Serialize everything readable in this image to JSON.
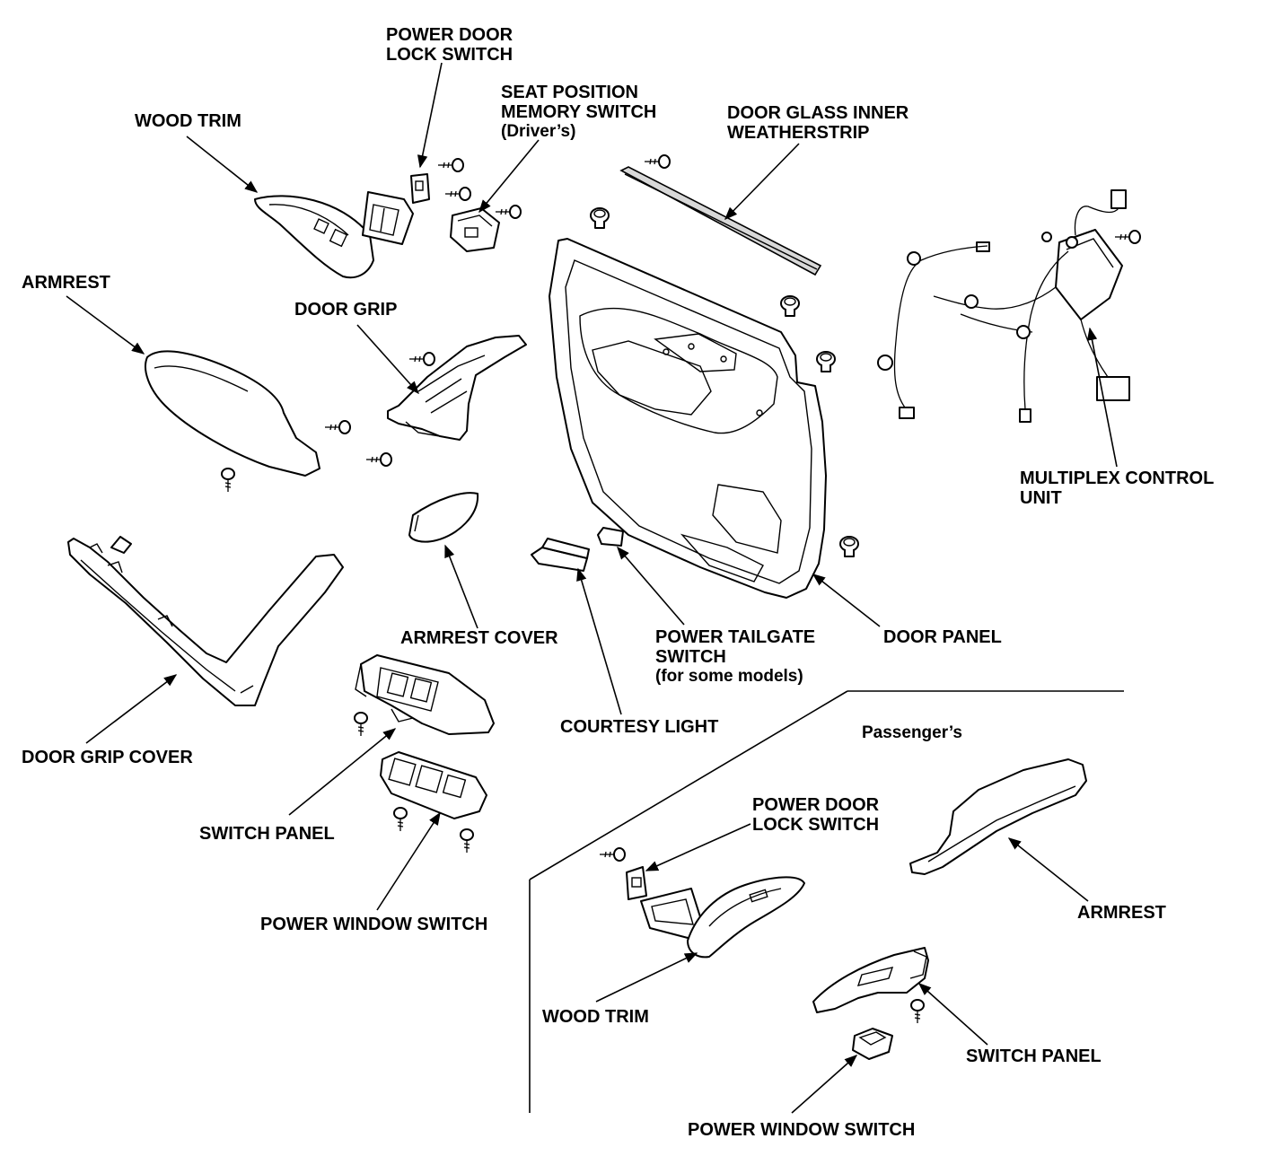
{
  "labels": {
    "power_door_lock_switch_drv": [
      "POWER DOOR",
      "LOCK SWITCH"
    ],
    "seat_position_memory_switch": [
      "SEAT POSITION",
      "MEMORY SWITCH",
      "(Driver’s)"
    ],
    "door_glass_inner_weatherstrip": [
      "DOOR GLASS INNER",
      "WEATHERSTRIP"
    ],
    "wood_trim_drv": "WOOD TRIM",
    "armrest_drv": "ARMREST",
    "door_grip": "DOOR GRIP",
    "multiplex_control_unit": [
      "MULTIPLEX CONTROL",
      "UNIT"
    ],
    "armrest_cover": "ARMREST COVER",
    "power_tailgate_switch": [
      "POWER TAILGATE",
      "SWITCH",
      "(for some models)"
    ],
    "door_panel": "DOOR PANEL",
    "courtesy_light": "COURTESY LIGHT",
    "door_grip_cover": "DOOR GRIP COVER",
    "passengers": "Passenger’s",
    "switch_panel_drv": "SWITCH PANEL",
    "power_door_lock_switch_pass": [
      "POWER DOOR",
      "LOCK SWITCH"
    ],
    "armrest_pass": "ARMREST",
    "power_window_switch_drv": "POWER WINDOW SWITCH",
    "wood_trim_pass": "WOOD TRIM",
    "switch_panel_pass": "SWITCH PANEL",
    "power_window_switch_pass": "POWER WINDOW SWITCH"
  }
}
